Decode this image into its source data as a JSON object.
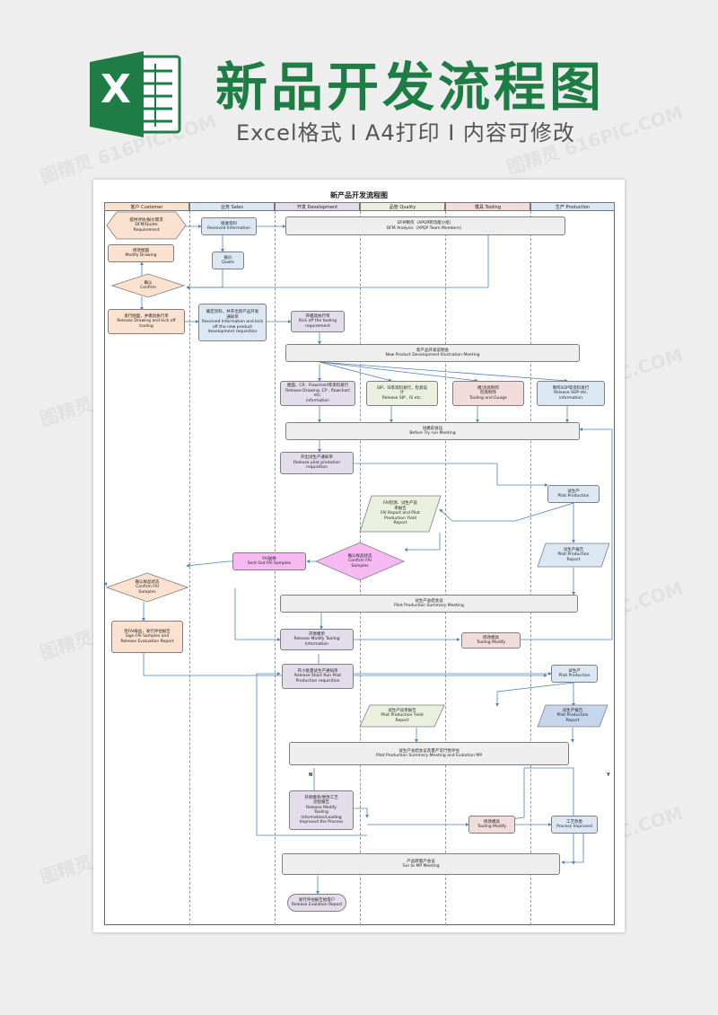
{
  "banner": {
    "logo_letter": "X",
    "title": "新品开发流程图",
    "subtitle": "Excel格式 I A4打印 I 内容可修改"
  },
  "watermark": "图精灵 616PIC.COM",
  "colors": {
    "brand_green": "#1e7c45",
    "lane_customer": "#fbe1cf",
    "lane_sales": "#dbe7f3",
    "lane_development": "#e3dcea",
    "lane_quality": "#ebf0de",
    "lane_tooling": "#f2dcdb",
    "lane_production": "#dbe7f3",
    "connector": "#4f81bd"
  },
  "sheet": {
    "title": "新产品开发流程图",
    "lanes": [
      "客户 Customer",
      "业务 Sales",
      "开发 Development",
      "品管 Quality",
      "模具 Tooling",
      "生产 Production"
    ]
  },
  "nodes": {
    "dfm_quote_req": [
      "提供评估/报价需求",
      "DFM/Quote",
      "Requirement"
    ],
    "received_info": [
      "接收资料",
      "Received Information"
    ],
    "dfm_analysis": [
      "DFM制作（APQP跨功能小组）",
      "DFM Analysis（APQP Team Members）"
    ],
    "quote": [
      "报价",
      "Quote"
    ],
    "modify_drawing": [
      "修改图面",
      "Modify Drawing"
    ],
    "confirm": [
      "确认",
      "Confirm"
    ],
    "release_drawing": [
      "发行图面，并模具执行单",
      "Release Drawing and kick off",
      "tooling"
    ],
    "received_kickoff": [
      "确定资料，并开出新产品开发",
      "通知单",
      "Received Information and kick",
      "off the new product",
      "development requisition"
    ],
    "kickoff_tooling": [
      "开模具执行单",
      "Kick off the tooling",
      "requirement"
    ],
    "illustration_meeting": [
      "新产品开发说明会",
      "New Product Development Illustration Meeting"
    ],
    "release_drawing_cp": [
      "图面、CP、Flowchart等资料发行",
      "Release Drawing ,CP , flowchart etc.",
      "information"
    ],
    "release_sip": [
      "SIP、IS等资料发行，检具设",
      "计",
      "Release SIP , IS etc."
    ],
    "tooling_gauge": [
      "模/治具制作",
      "检具制作",
      "Tooling and Guage"
    ],
    "release_sop": [
      "制作SOP等资料发行",
      "Release SOP etc.",
      "information"
    ],
    "before_tryrun": [
      "试模前会议",
      "Before Try run Meeting"
    ],
    "release_pilot_req": [
      "开出试生产通知单",
      "Release pilot prodution",
      "requisition"
    ],
    "pilot_production": [
      "试生产",
      "Pilot Production"
    ],
    "fai_report": [
      "FAI检测、试生产良",
      "率报告",
      "FAI Report and Pilot",
      "Production Yield",
      "Report"
    ],
    "pilot_report": [
      "试生产报告",
      "Pilot Production",
      "Report"
    ],
    "sent_fai": [
      "FAI送样",
      "Sent Out FAI Samples"
    ],
    "confirm_fai_dev": [
      "确认样品状态",
      "Confirm FAI",
      "Samples"
    ],
    "confirm_fai_cust": [
      "确认样品状态",
      "Confirm FAI",
      "Samples"
    ],
    "pilot_summary": [
      "试生产总结会议",
      "Pilot Production Summary Meeting"
    ],
    "sign_fai": [
      "签FAI样品，发行评估报告",
      "Sign FAI Samples and",
      "Release Evaluation Report"
    ],
    "release_modify_tooling": [
      "开修模单",
      "Release Modify Tooling",
      "Information"
    ],
    "tooling_modify_1": [
      "修改模具",
      "Tooling Modify"
    ],
    "short_run_req": [
      "开小批量试生产通知单",
      "Release Short Run Pilot",
      "Production requisition"
    ],
    "pilot_production_2": [
      "试生产",
      "Pilot Production"
    ],
    "yield_report_2": [
      "试生产良率报告",
      "Pilot Production Yield",
      "Report"
    ],
    "pilot_report_2": [
      "试生产报告",
      "Pilot Production",
      "Report"
    ],
    "summary_evaluation": [
      "试生产总结会议及量产可行性评估",
      "Pilot Production Summary Meeting and  Evalution MP"
    ],
    "release_modify_improve": [
      "开修模单/更改工艺",
      "流程报告",
      "Release Modify",
      "Tooling",
      "Information/Leading",
      "Improved the Process"
    ],
    "tooling_modify_2": [
      "修改模具",
      "Tooling Modify"
    ],
    "process_improved": [
      "工艺改善",
      "Process Improved"
    ],
    "tun_to_mp": [
      "产品转量产会议",
      "Tun to MP Meeting"
    ],
    "release_evaluation": [
      "发行评估报告给客户",
      "Release Evalation Report"
    ]
  },
  "branch_labels": {
    "no": "N",
    "yes": "Y"
  }
}
